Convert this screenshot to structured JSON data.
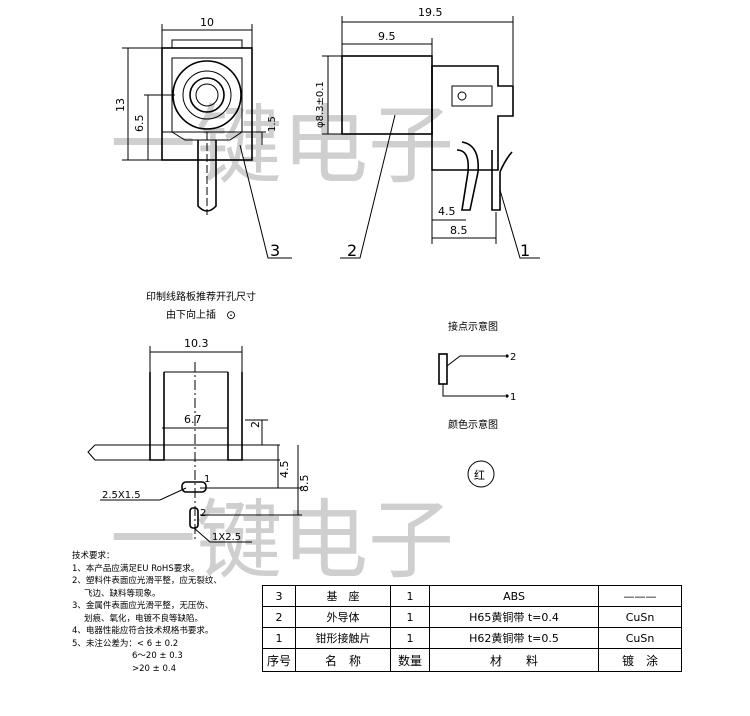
{
  "watermark": "一键电子",
  "front_view": {
    "dim_width": "10",
    "dim_height": "13",
    "dim_center": "6.5",
    "dim_pin": "1.5",
    "callout": "3"
  },
  "side_view": {
    "dim_total": "19.5",
    "dim_body": "9.5",
    "dim_diameter": "φ8.3±0.1",
    "dim_pin1": "4.5",
    "dim_pin2": "8.5",
    "callout_body": "2",
    "callout_contact": "1"
  },
  "pcb": {
    "title": "印制线路板推荐开孔尺寸",
    "subtitle": "由下向上插",
    "insert_symbol": "⊙",
    "dim_width": "10.3",
    "dim_pitch": "6.7",
    "dim_2": "2",
    "dim_45": "4.5",
    "dim_85": "8.5",
    "pin1": "1",
    "pin2": "2",
    "hole1": "2.5X1.5",
    "hole2": "1X2.5"
  },
  "wiring": {
    "title": "接点示意图",
    "pin_top": "2",
    "pin_bottom": "1"
  },
  "color_note": {
    "title": "颜色示意图",
    "value": "红"
  },
  "tech_requirements": {
    "title": "技术要求：",
    "lines": [
      "1、本产品应满足EU RoHS要求。",
      "2、塑料件表面应光滑平整，应无裂纹、",
      "飞边、缺料等现象。",
      "3、金属件表面应光滑平整，无压伤、",
      "划痕、氧化，电镀不良等缺陷。",
      "4、电器性能应符合技术规格书要求。",
      "5、未注公差为：< 6 ± 0.2",
      "6～20 ± 0.3",
      ">20 ± 0.4"
    ]
  },
  "bom": {
    "rows": [
      {
        "no": "3",
        "name": "基　座",
        "qty": "1",
        "material": "ABS",
        "plating": "———"
      },
      {
        "no": "2",
        "name": "外导体",
        "qty": "1",
        "material": "H65黄铜带 t=0.4",
        "plating": "CuSn"
      },
      {
        "no": "1",
        "name": "钳形接触片",
        "qty": "1",
        "material": "H62黄铜带 t=0.5",
        "plating": "CuSn"
      }
    ],
    "header": {
      "no": "序号",
      "name": "名　称",
      "qty": "数量",
      "material": "材　　料",
      "plating": "镀　涂"
    }
  }
}
